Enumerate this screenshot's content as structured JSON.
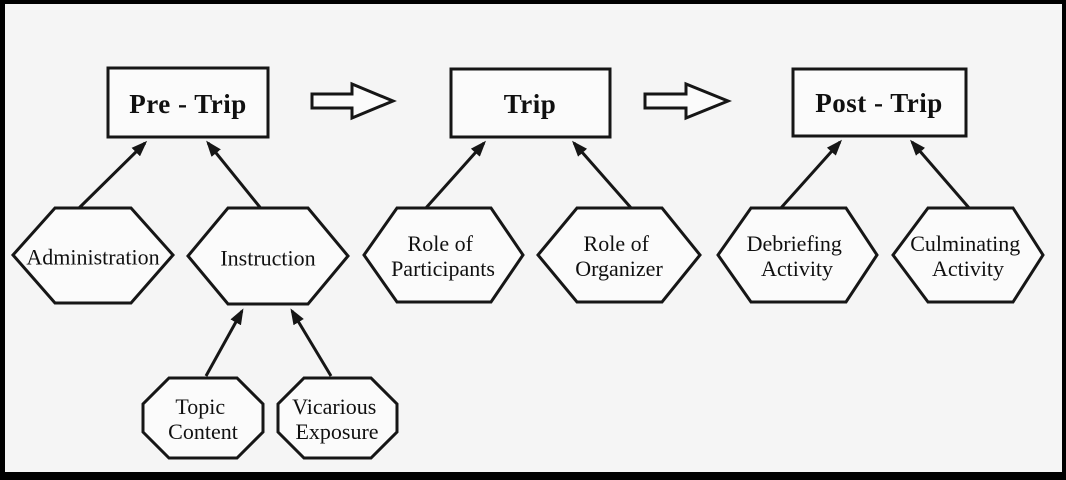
{
  "diagram": {
    "stages": [
      {
        "id": "pre-trip",
        "label": "Pre - Trip"
      },
      {
        "id": "trip",
        "label": "Trip"
      },
      {
        "id": "post-trip",
        "label": "Post - Trip"
      }
    ],
    "flow_arrows": [
      {
        "from": "pre-trip",
        "to": "trip"
      },
      {
        "from": "trip",
        "to": "post-trip"
      }
    ],
    "nodes": {
      "administration": {
        "label": "Administration"
      },
      "instruction": {
        "label": "Instruction"
      },
      "role_of_participants": {
        "line1": "Role of",
        "line2": "Participants"
      },
      "role_of_organizer": {
        "line1": "Role of",
        "line2": "Organizer"
      },
      "debriefing_activity": {
        "line1": "Debriefing",
        "line2": "Activity"
      },
      "culminating_activity": {
        "line1": "Culminating",
        "line2": "Activity"
      },
      "topic_content": {
        "line1": "Topic",
        "line2": "Content"
      },
      "vicarious_exposure": {
        "line1": "Vicarious",
        "line2": "Exposure"
      }
    },
    "connections": [
      {
        "from": "administration",
        "to": "pre-trip"
      },
      {
        "from": "instruction",
        "to": "pre-trip"
      },
      {
        "from": "role_of_participants",
        "to": "trip"
      },
      {
        "from": "role_of_organizer",
        "to": "trip"
      },
      {
        "from": "debriefing_activity",
        "to": "post-trip"
      },
      {
        "from": "culminating_activity",
        "to": "post-trip"
      },
      {
        "from": "topic_content",
        "to": "instruction"
      },
      {
        "from": "vicarious_exposure",
        "to": "instruction"
      }
    ],
    "colors": {
      "background": "#f5f5f5",
      "shape_fill": "#fbfbfb",
      "line": "#161616",
      "text": "#101010",
      "frame": "#000000"
    }
  }
}
